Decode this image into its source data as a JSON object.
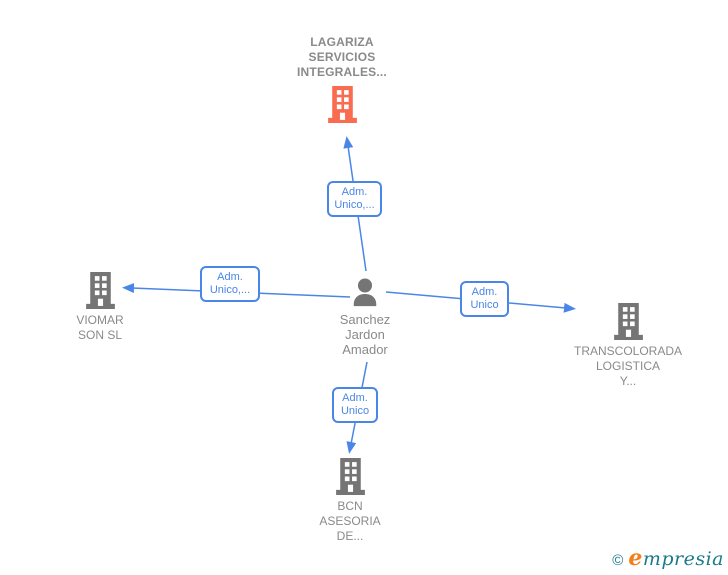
{
  "colors": {
    "edge": "#4a86e8",
    "highlight": "#f96c4f",
    "icon-gray": "#757575",
    "node-text": "#8a8a8a",
    "brand-teal": "#1a7a8c",
    "brand-orange": "#f08019"
  },
  "nodes": {
    "top": {
      "label": "LAGARIZA\nSERVICIOS\nINTEGRALES..."
    },
    "left": {
      "label": "VIOMAR\nSON SL"
    },
    "right": {
      "label": "TRANSCOLORADA\nLOGISTICA\nY..."
    },
    "bottom": {
      "label": "BCN\nASESORIA\nDE..."
    },
    "center": {
      "label": "Sanchez\nJardon\nAmador"
    }
  },
  "edge_labels": {
    "top": "Adm.\nUnico,...",
    "left": "Adm.\nUnico,...",
    "right": "Adm.\nUnico",
    "bottom": "Adm.\nUnico"
  },
  "footer": {
    "copyright": "©",
    "brand_e": "e",
    "brand_rest": "mpresia"
  }
}
